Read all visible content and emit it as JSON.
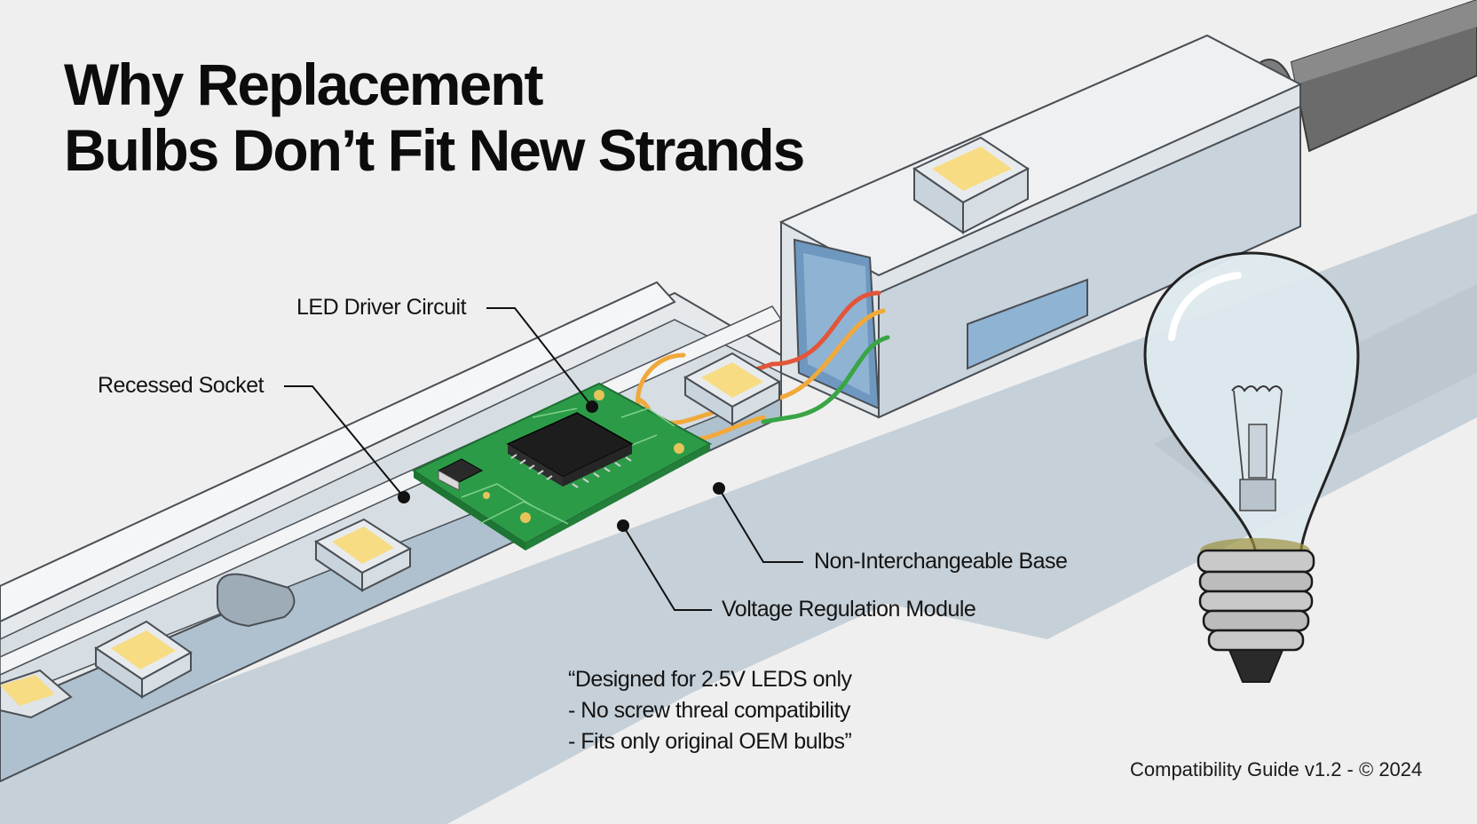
{
  "title": {
    "line1": "Why Replacement",
    "line2": "Bulbs Don’t Fit New Strands"
  },
  "callouts": {
    "led_driver": "LED Driver Circuit",
    "recessed_socket": "Recessed Socket",
    "non_interchangeable_base": "Non-Interchangeable Base",
    "voltage_regulation": "Voltage Regulation Module"
  },
  "note": {
    "line1": "“Designed for 2.5V LEDS only",
    "line2": "- No screw threal compatibility",
    "line3": "- Fits only original OEM bulbs”"
  },
  "footer": "Compatibility Guide v1.2 - © 2024",
  "colors": {
    "background": "#efefef",
    "strip_top": "#e4e7ea",
    "strip_side": "#b2c3d0",
    "shadow": "#c2ccd4",
    "pcb": "#2c9b48",
    "led_yellow": "#f7dc84",
    "wire_red": "#e35539",
    "wire_orange": "#f0a93a",
    "wire_green": "#39a545",
    "bulb_base": "#bdbdbd"
  }
}
